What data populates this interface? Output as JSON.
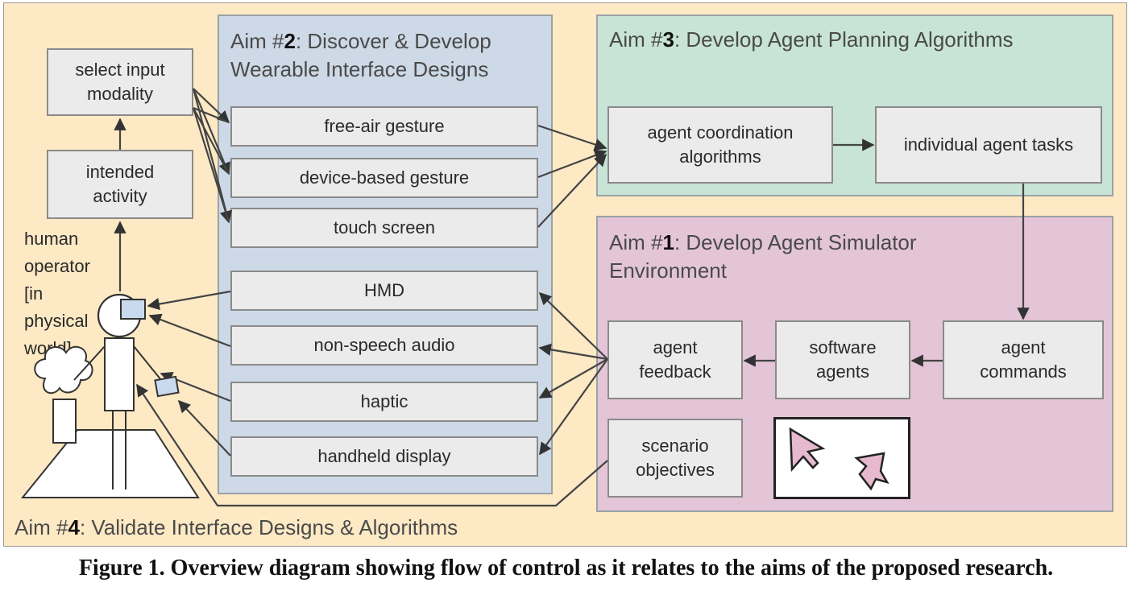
{
  "aim2": {
    "prefix": "Aim #",
    "num": "2",
    "suffix": ": Discover & Develop\nWearable Interface Designs"
  },
  "aim3": {
    "prefix": "Aim #",
    "num": "3",
    "suffix": ": Develop Agent Planning Algorithms"
  },
  "aim1": {
    "prefix": "Aim #",
    "num": "1",
    "suffix": ": Develop Agent Simulator\nEnvironment"
  },
  "aim4": {
    "prefix": "Aim #",
    "num": "4",
    "suffix": ": Validate Interface Designs & Algorithms"
  },
  "left": {
    "select": "select input\nmodality",
    "intended": "intended\nactivity",
    "human": "human\noperator\n[in\nphysical\nworld]"
  },
  "inputs": [
    "free-air gesture",
    "device-based gesture",
    "touch screen"
  ],
  "outputs": [
    "HMD",
    "non-speech audio",
    "haptic",
    "handheld display"
  ],
  "aim3_boxes": {
    "coord": "agent coordination\nalgorithms",
    "tasks": "individual agent tasks"
  },
  "aim1_boxes": {
    "feedback": "agent\nfeedback",
    "software": "software\nagents",
    "commands": "agent\ncommands",
    "scenario": "scenario\nobjectives"
  },
  "caption": "Figure 1. Overview diagram showing flow of control as it relates to the aims of the proposed research."
}
